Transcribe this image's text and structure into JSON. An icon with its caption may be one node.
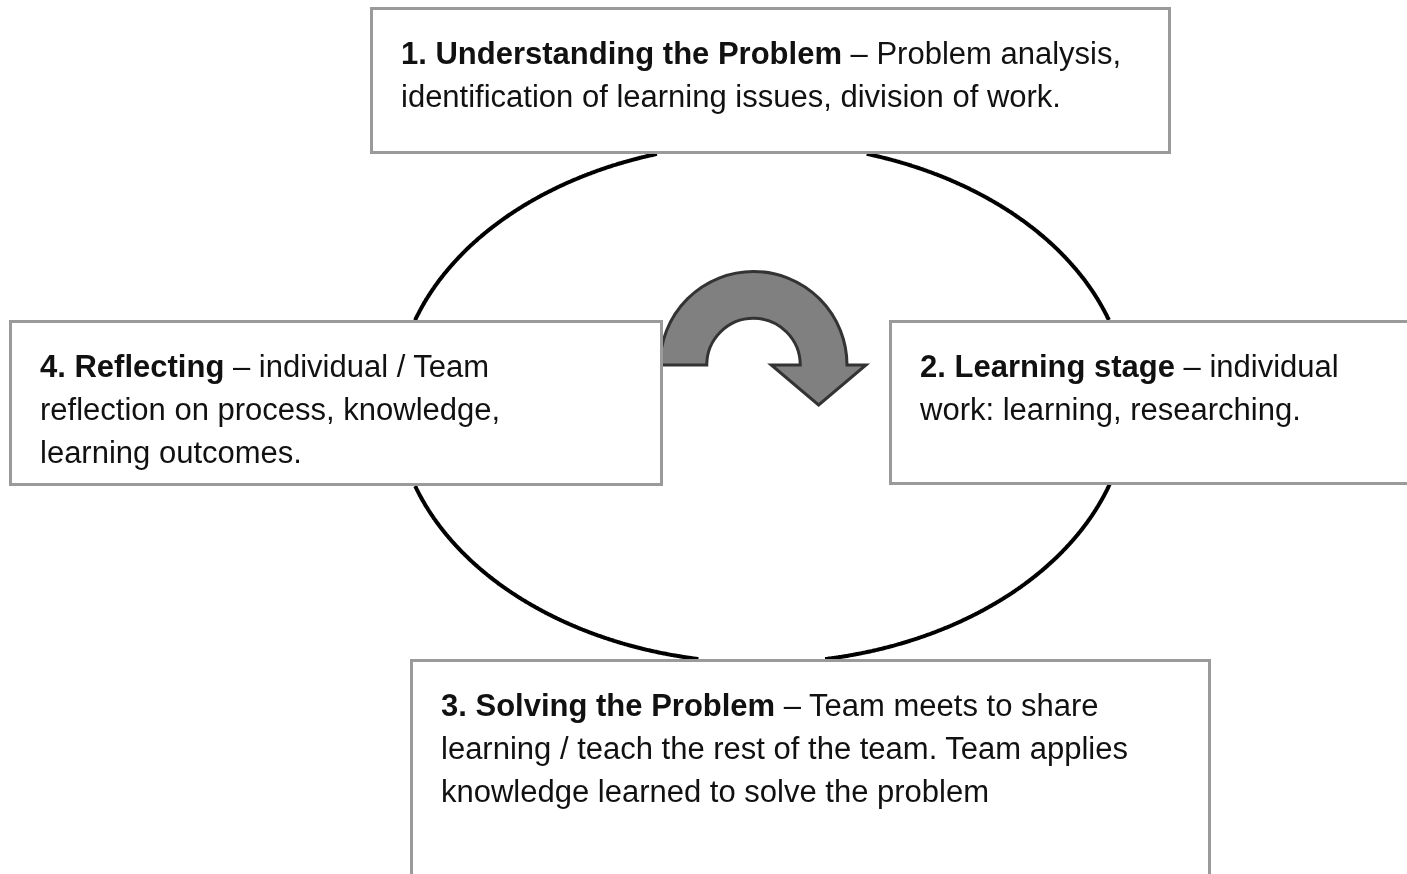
{
  "diagram": {
    "nodes": [
      {
        "text": [
          "**1. Understanding the Problem** – Problem analysis, identification of learning issues, division of work."
        ]
      },
      {
        "text": [
          "**2. Learning stage** – individual work: learning, researching."
        ]
      },
      {
        "text": [
          "**3. Solving the Problem** – Team meets to share learning / teach the rest of the team. Team applies knowledge learned to solve the problem"
        ]
      },
      {
        "text": [
          "**4. Reflecting** – individual / Team reflection on process, knowledge, learning outcomes."
        ]
      }
    ],
    "edges": [
      {
        "from": 0,
        "to": 1,
        "arrow": "none"
      },
      {
        "from": 1,
        "to": 2,
        "arrow": "none"
      },
      {
        "from": 2,
        "to": 3,
        "arrow": "none"
      },
      {
        "from": 3,
        "to": 0,
        "arrow": "none"
      },
      {
        "from": 3,
        "to": 1,
        "arrow": "to",
        "style": "thick",
        "color": "#808080"
      }
    ]
  }
}
